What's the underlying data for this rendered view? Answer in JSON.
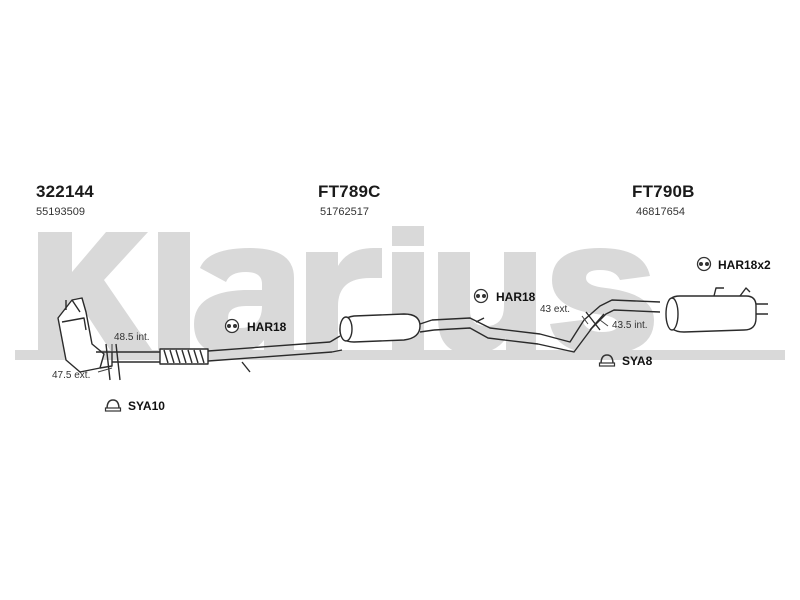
{
  "watermark": {
    "text": "Klarius",
    "color": "#d9d9d9"
  },
  "parts": [
    {
      "code": "322144",
      "ref": "55193509"
    },
    {
      "code": "FT789C",
      "ref": "51762517"
    },
    {
      "code": "FT790B",
      "ref": "46817654"
    }
  ],
  "fittings": {
    "har18_left": "HAR18",
    "har18_mid": "HAR18",
    "har18_x2": "HAR18x2",
    "sya10": "SYA10",
    "sya8": "SYA8"
  },
  "dimensions": {
    "d_48_5_int": "48.5 int.",
    "d_47_5_ext": "47.5 ext.",
    "d_43_ext": "43 ext.",
    "d_43_5_int": "43.5 int."
  },
  "icons": {
    "rubber_hanger": "rubber-hanger-icon",
    "clamp": "clamp-icon"
  },
  "colors": {
    "line": "#2b2b2b",
    "watermark": "#d9d9d9",
    "bar": "#cfcfcf"
  }
}
